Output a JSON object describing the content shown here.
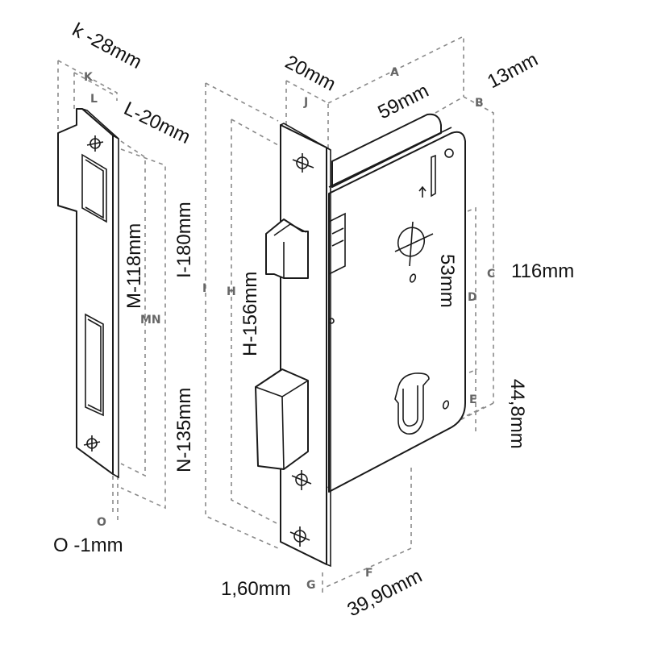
{
  "title": "Mortise lock dimensions",
  "colors": {
    "line": "#1a1a1a",
    "dim_line": "#8a8a8a",
    "text": "#111111",
    "letter": "#666666"
  },
  "strike_plate": {
    "width_outer": {
      "letter": "K",
      "label": "k -28mm"
    },
    "width_inner": {
      "letter": "L",
      "label": "L-20mm"
    },
    "hole_distance_m": {
      "letter": "M",
      "label": "M-118mm"
    },
    "length_n": {
      "letter": "N",
      "label": "N-135mm"
    },
    "mn_letters": "MN",
    "thickness": {
      "letter": "O",
      "label": "O -1mm"
    }
  },
  "lock_body": {
    "faceplate_length": {
      "letter": "I",
      "label": "I-180mm"
    },
    "faceplate_holes": {
      "letter": "H",
      "label": "H-156mm"
    },
    "faceplate_width": {
      "letter": "J",
      "label": "20mm"
    },
    "case_depth": {
      "letter": "A",
      "label": "59mm"
    },
    "case_thickness": {
      "letter": "B",
      "label": "13mm"
    },
    "case_height": {
      "letter": "C",
      "label": "116mm"
    },
    "handle_to_cylinder": {
      "letter": "D",
      "label": "53mm"
    },
    "backset": {
      "letter": "E",
      "label": "44,8mm"
    },
    "bolt_depth": {
      "letter": "F",
      "label": "39,90mm"
    },
    "faceplate_thickness": {
      "letter": "G",
      "label": "1,60mm"
    }
  }
}
